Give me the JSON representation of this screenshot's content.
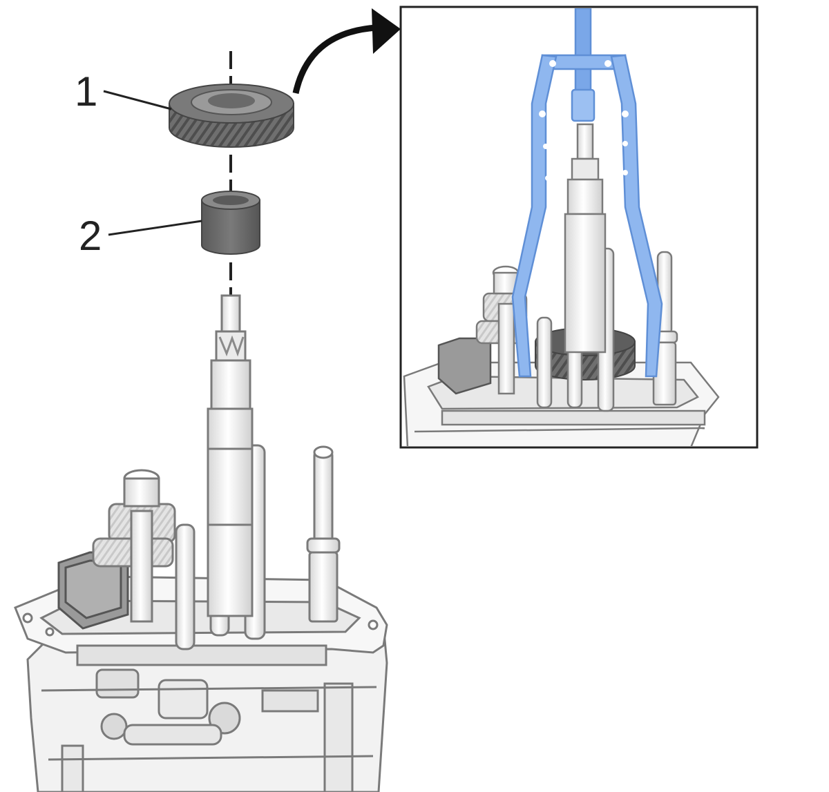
{
  "callouts": [
    {
      "label": "1",
      "part": "gear"
    },
    {
      "label": "2",
      "part": "bushing-sleeve"
    }
  ],
  "colors": {
    "part_dark": "#6b6b6b",
    "part_mid": "#8a8a8a",
    "housing_fill": "#f2f2f2",
    "housing_stroke": "#7a7a7a",
    "tool_blue": "#8fb7ef",
    "tool_blue_stroke": "#5f8fd6",
    "arrow": "#111111",
    "frame": "#222222"
  },
  "icons": {
    "arrow": "curved-arrow-icon",
    "puller": "two-jaw-puller-icon"
  }
}
